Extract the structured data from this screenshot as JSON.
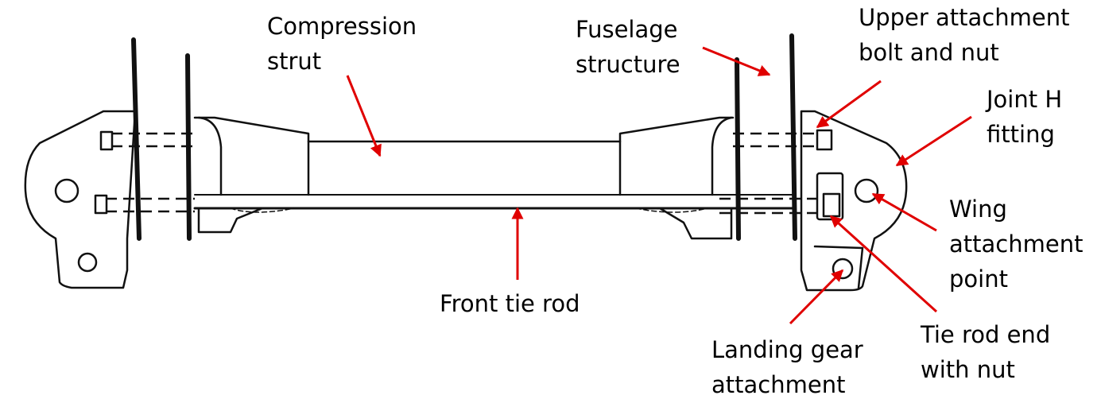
{
  "labels": {
    "compression_strut": [
      "Compression",
      "strut"
    ],
    "fuselage_structure": [
      "Fuselage",
      "structure"
    ],
    "upper_attachment": [
      "Upper attachment",
      "bolt and nut"
    ],
    "joint_h": [
      "Joint H",
      "fitting"
    ],
    "wing_attachment": [
      "Wing",
      "attachment",
      "point"
    ],
    "front_tie_rod": [
      "Front tie rod"
    ],
    "landing_gear": [
      "Landing gear",
      "attachment"
    ],
    "tie_rod_end": [
      "Tie rod end",
      "with nut"
    ]
  },
  "colors": {
    "arrow": "#e00000",
    "ink": "#111111"
  }
}
